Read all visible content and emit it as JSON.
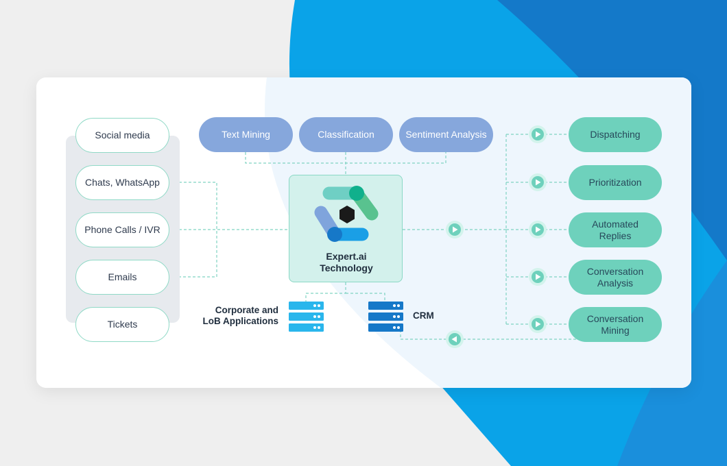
{
  "sources": {
    "items": [
      {
        "label": "Social media"
      },
      {
        "label": "Chats, WhatsApp"
      },
      {
        "label": "Phone Calls / IVR"
      },
      {
        "label": "Emails"
      },
      {
        "label": "Tickets"
      }
    ]
  },
  "capabilities": {
    "items": [
      {
        "label": "Text Mining"
      },
      {
        "label": "Classification"
      },
      {
        "label": "Sentiment Analysis"
      }
    ]
  },
  "core": {
    "title_line1": "Expert.ai",
    "title_line2": "Technology"
  },
  "systems": {
    "corporate_line1": "Corporate and",
    "corporate_line2": "LoB Applications",
    "crm": "CRM"
  },
  "outcomes": {
    "items": [
      {
        "line1": "Dispatching",
        "line2": ""
      },
      {
        "line1": "Prioritization",
        "line2": ""
      },
      {
        "line1": "Automated",
        "line2": "Replies"
      },
      {
        "line1": "Conversation",
        "line2": "Analysis"
      },
      {
        "line1": "Conversation",
        "line2": "Mining"
      }
    ]
  },
  "colors": {
    "blue_bright": "#0aa3e8",
    "blue_deep": "#1479c9",
    "mint": "#6ed1bc",
    "periwinkle": "#86a7dc",
    "navy_text": "#1f2d3d"
  }
}
